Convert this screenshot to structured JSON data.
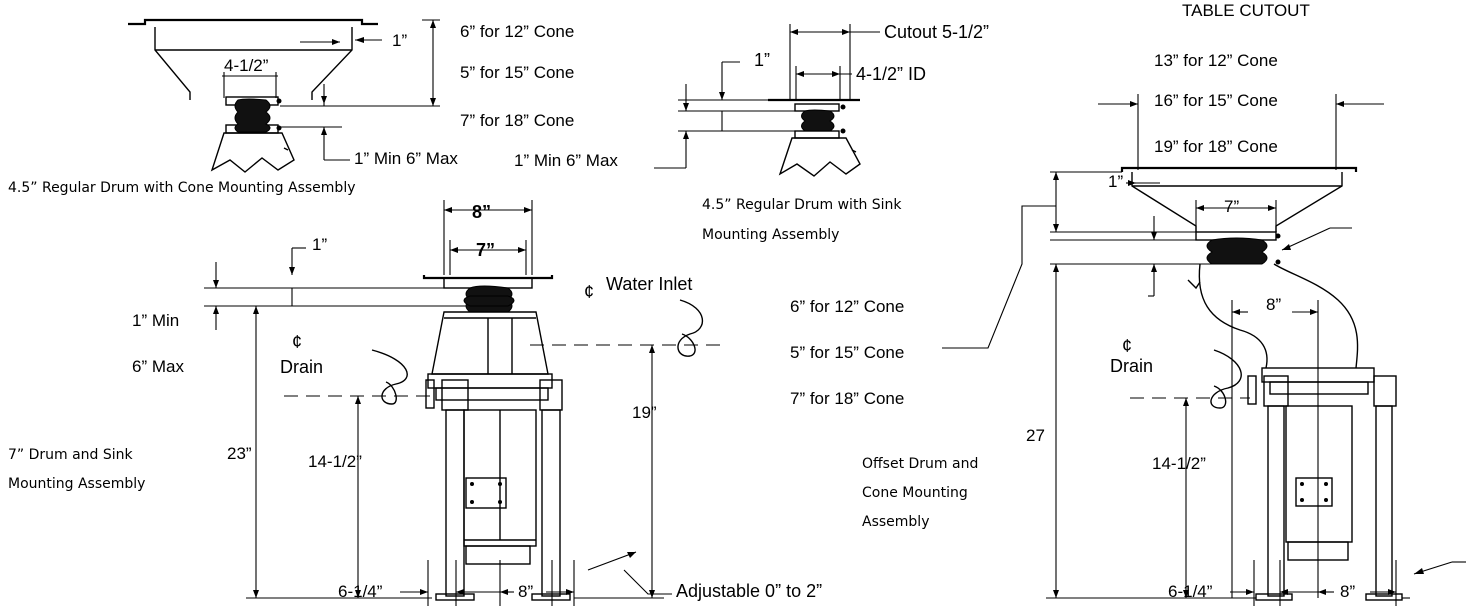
{
  "diagram1": {
    "caption": "4.5” Regular Drum with Cone Mounting Assembly",
    "dim_4_5": "4-1/2”",
    "dim_1in": "1”",
    "cone6": "6” for 12” Cone",
    "cone5": "5” for 15” Cone",
    "cone7": "7” for 18” Cone",
    "minmax": "1” Min 6” Max"
  },
  "diagram2": {
    "caption_line1": "4.5” Regular Drum with Sink",
    "caption_line2": "Mounting Assembly",
    "cutout": "Cutout 5-1/2”",
    "id": "4-1/2” ID",
    "dim_1in": "1”",
    "minmax": "1” Min 6” Max"
  },
  "diagram3": {
    "caption_line1": "7” Drum and Sink",
    "caption_line2": "Mounting Assembly",
    "dim_8": "8”",
    "dim_7": "7”",
    "dim_1": "1”",
    "min": "1” Min",
    "max": "6” Max",
    "drain_cl": "¢",
    "drain": "Drain",
    "water_cl": "¢",
    "water_inlet": "Water Inlet",
    "dim_23": "23”",
    "dim_14_5": "14-1/2”",
    "dim_19": "19”",
    "dim_6_25": "6-1/4”",
    "dim_8b": "8”",
    "adjustable": "Adjustable 0” to 2”"
  },
  "diagram4": {
    "table_cutout": "TABLE CUTOUT",
    "cut13": "13” for 12” Cone",
    "cut16": "16” for 15” Cone",
    "cut19": "19” for 18” Cone",
    "dim_1": "1”",
    "dim_7": "7”",
    "dim_8": "8”",
    "cone6": "6” for 12” Cone",
    "cone5": "5” for 15” Cone",
    "cone7": "7” for 18” Cone",
    "drain_cl": "¢",
    "drain": "Drain",
    "dim_27": "27",
    "dim_14_5": "14-1/2”",
    "caption_line1": "Offset Drum and",
    "caption_line2": "Cone Mounting",
    "caption_line3": "Assembly",
    "dim_6_25": "6-1/4”",
    "dim_8b": "8”"
  }
}
